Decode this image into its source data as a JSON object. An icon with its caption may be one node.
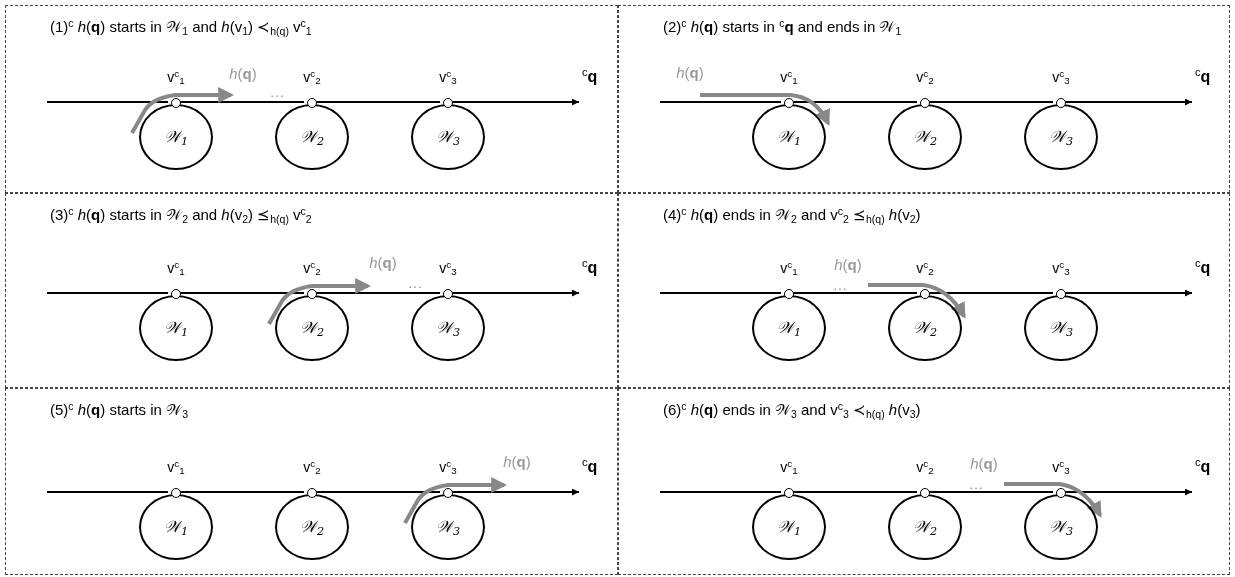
{
  "diagram": {
    "nodes": [
      {
        "text": [
          "(1)$^{c}$ *h*(**q**) starts in 𝒲$_{1}$ and *h*(v$_{1}$) ≺$_{h(q)}$ v$^{c}$$_{1}$"
        ]
      },
      {
        "text": [],
        "shape": "circle",
        "in": 0,
        "beside": [
          "v$^{c}$$_{1}$"
        ]
      },
      {
        "text": [],
        "shape": "circle",
        "in": 0,
        "beside": [
          "v$^{c}$$_{2}$"
        ]
      },
      {
        "text": [],
        "shape": "circle",
        "in": 0,
        "beside": [
          "v$^{c}$$_{3}$"
        ]
      },
      {
        "text": [
          "$^{c}$**q**"
        ],
        "in": 0
      },
      {
        "text": [
          "𝒲$_{1}$"
        ],
        "in": 0
      },
      {
        "text": [
          "𝒲$_{2}$"
        ],
        "in": 0
      },
      {
        "text": [
          "𝒲$_{3}$"
        ],
        "in": 0
      },
      {
        "text": [
          "(2)$^{c}$ *h*(**q**) starts in $^{c}$**q** and ends in 𝒲$_{1}$"
        ]
      },
      {
        "text": [],
        "shape": "circle",
        "in": 8,
        "beside": [
          "v$^{c}$$_{1}$"
        ]
      },
      {
        "text": [],
        "shape": "circle",
        "in": 8,
        "beside": [
          "v$^{c}$$_{2}$"
        ]
      },
      {
        "text": [],
        "shape": "circle",
        "in": 8,
        "beside": [
          "v$^{c}$$_{3}$"
        ]
      },
      {
        "text": [
          "$^{c}$**q**"
        ],
        "in": 8
      },
      {
        "text": [
          "𝒲$_{1}$"
        ],
        "in": 8
      },
      {
        "text": [
          "𝒲$_{2}$"
        ],
        "in": 8
      },
      {
        "text": [
          "𝒲$_{3}$"
        ],
        "in": 8
      },
      {
        "text": [
          "(3)$^{c}$ *h*(**q**) starts in 𝒲$_{2}$ and *h*(v$_{2}$) ⪯$_{h(q)}$ v$^{c}$$_{2}$"
        ]
      },
      {
        "text": [],
        "shape": "circle",
        "in": 16,
        "beside": [
          "v$^{c}$$_{1}$"
        ]
      },
      {
        "text": [],
        "shape": "circle",
        "in": 16,
        "beside": [
          "v$^{c}$$_{2}$"
        ]
      },
      {
        "text": [],
        "shape": "circle",
        "in": 16,
        "beside": [
          "v$^{c}$$_{3}$"
        ]
      },
      {
        "text": [
          "$^{c}$**q**"
        ],
        "in": 16
      },
      {
        "text": [
          "𝒲$_{1}$"
        ],
        "in": 16
      },
      {
        "text": [
          "𝒲$_{2}$"
        ],
        "in": 16
      },
      {
        "text": [
          "𝒲$_{3}$"
        ],
        "in": 16
      },
      {
        "text": [
          "(4)$^{c}$ *h*(**q**) ends in 𝒲$_{2}$ and v$^{c}$$_{2}$ ⪯$_{h(q)}$ *h*(v$_{2}$)"
        ]
      },
      {
        "text": [],
        "shape": "circle",
        "in": 24,
        "beside": [
          "v$^{c}$$_{1}$"
        ]
      },
      {
        "text": [],
        "shape": "circle",
        "in": 24,
        "beside": [
          "v$^{c}$$_{2}$"
        ]
      },
      {
        "text": [],
        "shape": "circle",
        "in": 24,
        "beside": [
          "v$^{c}$$_{3}$"
        ]
      },
      {
        "text": [
          "$^{c}$**q**"
        ],
        "in": 24
      },
      {
        "text": [
          "𝒲$_{1}$"
        ],
        "in": 24
      },
      {
        "text": [
          "𝒲$_{2}$"
        ],
        "in": 24
      },
      {
        "text": [
          "𝒲$_{3}$"
        ],
        "in": 24
      },
      {
        "text": [
          "(5)$^{c}$ *h*(**q**) starts in 𝒲$_{3}$"
        ]
      },
      {
        "text": [],
        "shape": "circle",
        "in": 32,
        "beside": [
          "v$^{c}$$_{1}$"
        ]
      },
      {
        "text": [],
        "shape": "circle",
        "in": 32,
        "beside": [
          "v$^{c}$$_{2}$"
        ]
      },
      {
        "text": [],
        "shape": "circle",
        "in": 32,
        "beside": [
          "v$^{c}$$_{3}$"
        ]
      },
      {
        "text": [
          "$^{c}$**q**"
        ],
        "in": 32
      },
      {
        "text": [
          "𝒲$_{1}$"
        ],
        "in": 32
      },
      {
        "text": [
          "𝒲$_{2}$"
        ],
        "in": 32
      },
      {
        "text": [
          "𝒲$_{3}$"
        ],
        "in": 32
      },
      {
        "text": [
          "(6)$^{c}$ *h*(**q**) ends in 𝒲$_{3}$ and v$^{c}$$_{3}$ ≺$_{h(q)}$ *h*(v$_{3}$)"
        ]
      },
      {
        "text": [],
        "shape": "circle",
        "in": 40,
        "beside": [
          "v$^{c}$$_{1}$"
        ]
      },
      {
        "text": [],
        "shape": "circle",
        "in": 40,
        "beside": [
          "v$^{c}$$_{2}$"
        ]
      },
      {
        "text": [],
        "shape": "circle",
        "in": 40,
        "beside": [
          "v$^{c}$$_{3}$"
        ]
      },
      {
        "text": [
          "$^{c}$**q**"
        ],
        "in": 40
      },
      {
        "text": [
          "𝒲$_{1}$"
        ],
        "in": 40
      },
      {
        "text": [
          "𝒲$_{2}$"
        ],
        "in": 40
      },
      {
        "text": [
          "𝒲$_{3}$"
        ],
        "in": 40
      }
    ],
    "edges": [
      {
        "from": null,
        "to": 1,
        "arrow": "none"
      },
      {
        "from": 1,
        "to": 2,
        "arrow": "none"
      },
      {
        "from": 2,
        "to": 3,
        "arrow": "none"
      },
      {
        "from": 3,
        "to": 4,
        "arrow": "to"
      },
      {
        "from": null,
        "to": 9,
        "arrow": "none"
      },
      {
        "from": 9,
        "to": 10,
        "arrow": "none"
      },
      {
        "from": 10,
        "to": 11,
        "arrow": "none"
      },
      {
        "from": 11,
        "to": 12,
        "arrow": "to"
      },
      {
        "from": null,
        "to": 17,
        "arrow": "none"
      },
      {
        "from": 17,
        "to": 18,
        "arrow": "none"
      },
      {
        "from": 18,
        "to": 19,
        "arrow": "none"
      },
      {
        "from": 19,
        "to": 20,
        "arrow": "to"
      },
      {
        "from": null,
        "to": 25,
        "arrow": "none"
      },
      {
        "from": 25,
        "to": 26,
        "arrow": "none"
      },
      {
        "from": 26,
        "to": 27,
        "arrow": "none"
      },
      {
        "from": 27,
        "to": 28,
        "arrow": "to"
      },
      {
        "from": null,
        "to": 33,
        "arrow": "none"
      },
      {
        "from": 33,
        "to": 34,
        "arrow": "none"
      },
      {
        "from": 34,
        "to": 35,
        "arrow": "none"
      },
      {
        "from": 35,
        "to": 36,
        "arrow": "to"
      },
      {
        "from": null,
        "to": 41,
        "arrow": "none"
      },
      {
        "from": 41,
        "to": 42,
        "arrow": "none"
      },
      {
        "from": 42,
        "to": 43,
        "arrow": "none"
      },
      {
        "from": 43,
        "to": 44,
        "arrow": "to"
      }
    ],
    "labels": [
      "*h*(**q**)",
      "…",
      "*h*(**q**)",
      "*h*(**q**)",
      "…",
      "*h*(**q**)",
      "…",
      "*h*(**q**)",
      "*h*(**q**)",
      "…"
    ]
  }
}
